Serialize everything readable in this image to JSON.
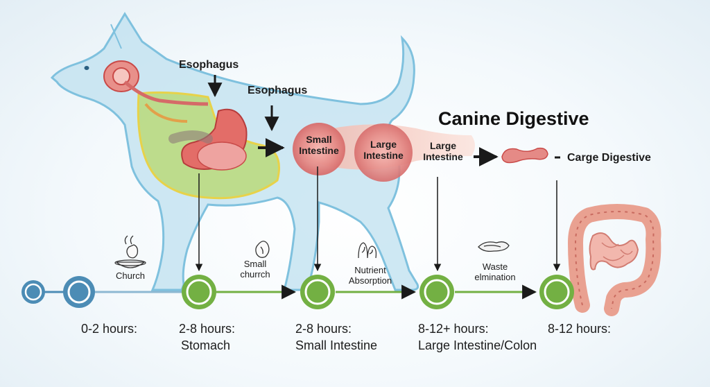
{
  "title": "Canine Digestive",
  "organ_labels": {
    "esophagus_1": "Esophagus",
    "esophagus_2": "Esophagus",
    "small_intestine": [
      "Small",
      "Intestine"
    ],
    "large_intestine_1": [
      "Large",
      "Intestine"
    ],
    "large_intestine_2": [
      "Large",
      "Intestine"
    ],
    "carge_digestive": "Carge Digestive"
  },
  "stage_icons": [
    {
      "label": "Church",
      "icon": "bowl-icon"
    },
    {
      "label": [
        "Small",
        "churrch"
      ],
      "icon": "food-chunk-icon"
    },
    {
      "label": [
        "Nutrient",
        "Absorption"
      ],
      "icon": "villi-icon"
    },
    {
      "label": [
        "Waste",
        "elmination"
      ],
      "icon": "waste-icon"
    }
  ],
  "timeline": [
    {
      "time": "0-2 hours:",
      "organ": ""
    },
    {
      "time": "2-8 hours:",
      "organ": "Stomach"
    },
    {
      "time": "2-8 hours:",
      "organ": "Small Intestine"
    },
    {
      "time": "8-12+ hours:",
      "organ": "Large Intestine/Colon"
    },
    {
      "time": "8-12 hours:",
      "organ": ""
    }
  ],
  "colors": {
    "dog_body": "#bfe0ef",
    "dog_outline": "#7fc1de",
    "organ_pink": "#e58a86",
    "organ_red": "#c94a48",
    "timeline_blue": "#4c8cb5",
    "timeline_green": "#73b043",
    "intestine_tan": "#e9a191"
  }
}
